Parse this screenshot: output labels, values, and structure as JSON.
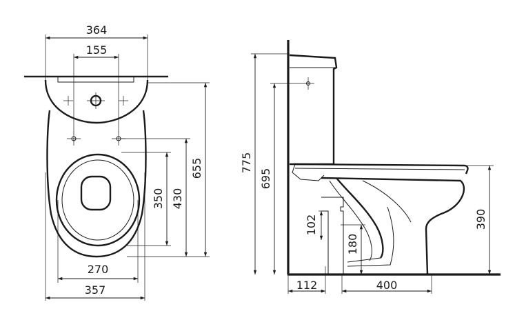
{
  "top_view": {
    "dim_overall_width": "364",
    "dim_bolt_spacing": "155",
    "dim_seat_width": "270",
    "dim_bowl_width": "357",
    "dim_350": "350",
    "dim_430": "430",
    "dim_655": "655"
  },
  "side_view": {
    "dim_total_height": "775",
    "dim_inlet_height": "695",
    "dim_102": "102",
    "dim_180": "180",
    "dim_seat_height": "390",
    "dim_112": "112",
    "dim_400": "400"
  }
}
